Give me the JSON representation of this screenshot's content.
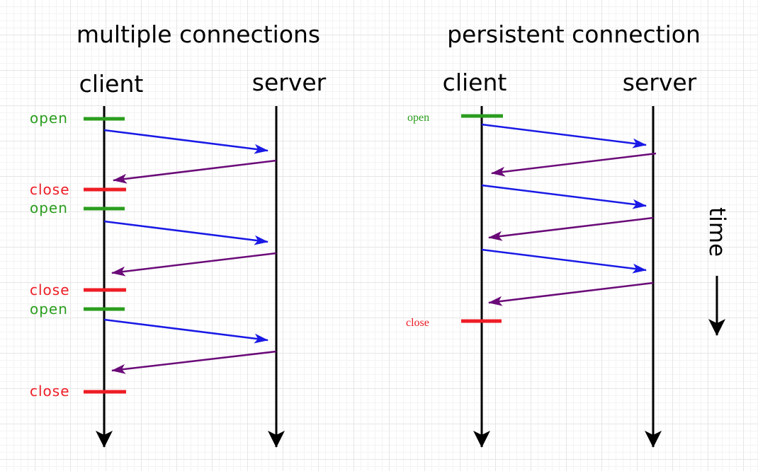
{
  "colors": {
    "open": "#2a9d1e",
    "close": "#ee1c25",
    "request": "#1919e6",
    "response": "#6a0a78",
    "lifeline": "#000000"
  },
  "left": {
    "title": "multiple connections",
    "client_label": "client",
    "server_label": "server",
    "events": [
      {
        "kind": "open",
        "text": "open"
      },
      {
        "kind": "close",
        "text": "close"
      },
      {
        "kind": "open",
        "text": "open"
      },
      {
        "kind": "close",
        "text": "close"
      },
      {
        "kind": "open",
        "text": "open"
      },
      {
        "kind": "close",
        "text": "close"
      }
    ],
    "messages": [
      {
        "kind": "request"
      },
      {
        "kind": "response"
      },
      {
        "kind": "request"
      },
      {
        "kind": "response"
      },
      {
        "kind": "request"
      },
      {
        "kind": "response"
      }
    ]
  },
  "right": {
    "title": "persistent connection",
    "client_label": "client",
    "server_label": "server",
    "events": [
      {
        "kind": "open",
        "text": "open"
      },
      {
        "kind": "close",
        "text": "close"
      }
    ],
    "messages": [
      {
        "kind": "request"
      },
      {
        "kind": "response"
      },
      {
        "kind": "request"
      },
      {
        "kind": "response"
      },
      {
        "kind": "request"
      },
      {
        "kind": "response"
      }
    ]
  },
  "time_axis": {
    "label": "time",
    "icon": "arrow-down-icon"
  }
}
